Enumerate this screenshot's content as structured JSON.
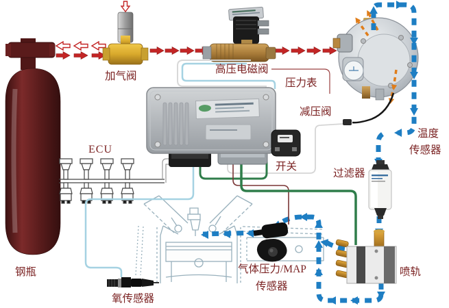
{
  "diagram": {
    "title": "CNG fuel system diagram",
    "labels": {
      "cylinder": "钢瓶",
      "filling_valve": "加气阀",
      "hp_solenoid_valve": "高压电磁阀",
      "pressure_gauge": "压力表",
      "pressure_reducer": "减压阀",
      "ecu": "ECU",
      "switch": "开关",
      "temp_sensor_line1": "温度",
      "temp_sensor_line2": "传感器",
      "filter": "过滤器",
      "map_sensor_line1": "气体压力/MAP",
      "map_sensor_line2": "传感器",
      "oxygen_sensor": "氧传感器",
      "injector_rail": "喷轨"
    },
    "colors": {
      "high_pressure_flow": "#c32525",
      "low_pressure_flow": "#1e7ec3",
      "coolant_flow": "#e07d1a",
      "wire_cyan": "#a5d2e2",
      "wire_green": "#2f7d4a",
      "label_text": "#7b2323"
    }
  }
}
